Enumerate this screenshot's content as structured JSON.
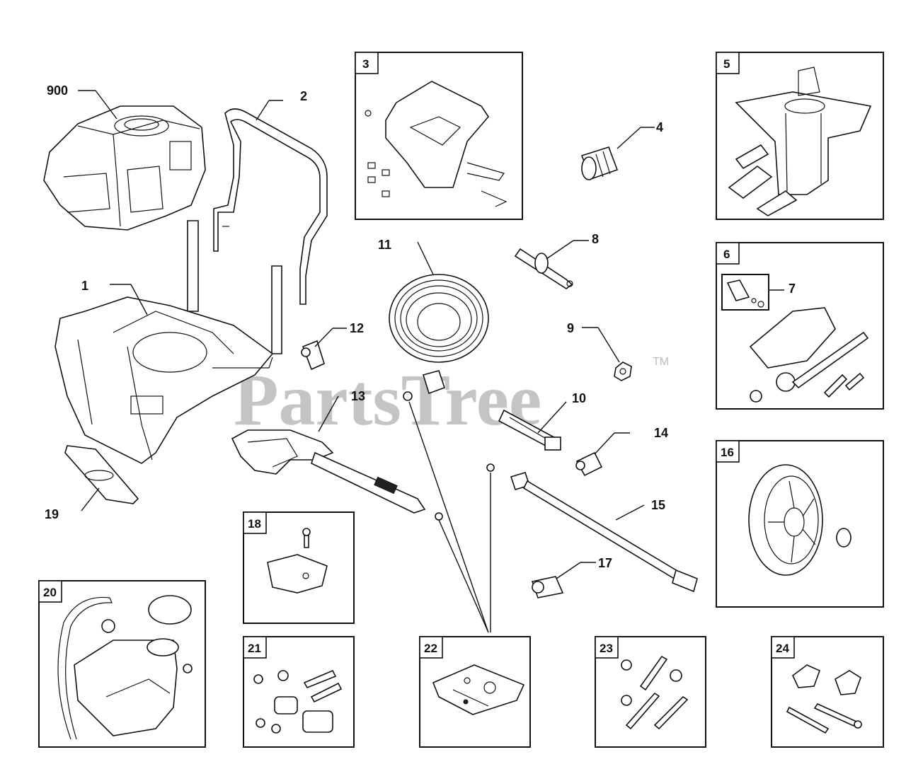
{
  "watermark": {
    "text": "PartsTree",
    "tm": "TM"
  },
  "callouts": {
    "c900": "900",
    "c1": "1",
    "c2": "2",
    "c4": "4",
    "c7": "7",
    "c8": "8",
    "c9": "9",
    "c10": "10",
    "c11": "11",
    "c12": "12",
    "c13": "13",
    "c14": "14",
    "c15": "15",
    "c17": "17",
    "c19": "19"
  },
  "boxes": {
    "b3": "3",
    "b5": "5",
    "b6": "6",
    "b16": "16",
    "b18": "18",
    "b20": "20",
    "b21": "21",
    "b22": "22",
    "b23": "23",
    "b24": "24"
  }
}
